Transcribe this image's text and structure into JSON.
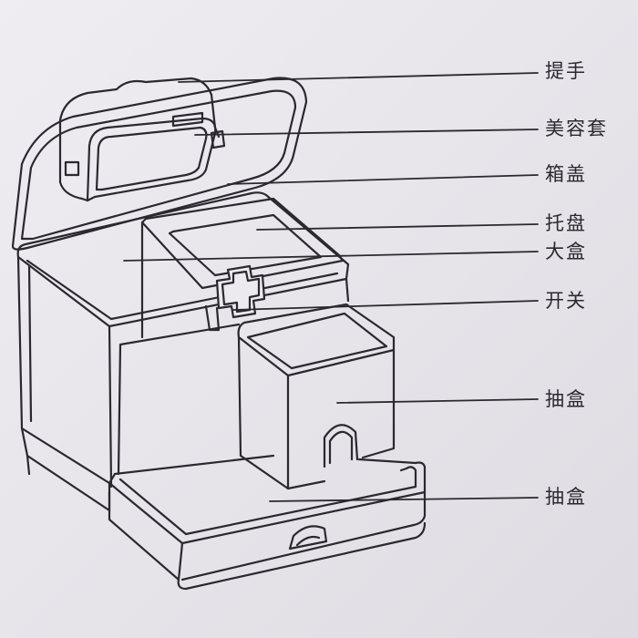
{
  "diagram": {
    "line_color": "#2a2830",
    "background": "#eceaee",
    "labels": [
      {
        "id": "handle",
        "text": "提手"
      },
      {
        "id": "beauty-set",
        "text": "美容套"
      },
      {
        "id": "box-lid",
        "text": "箱盖"
      },
      {
        "id": "tray",
        "text": "托盘"
      },
      {
        "id": "big-box",
        "text": "大盒"
      },
      {
        "id": "switch",
        "text": "开关"
      },
      {
        "id": "drawer-upper",
        "text": "抽盒"
      },
      {
        "id": "drawer-lower",
        "text": "抽盒"
      }
    ]
  }
}
